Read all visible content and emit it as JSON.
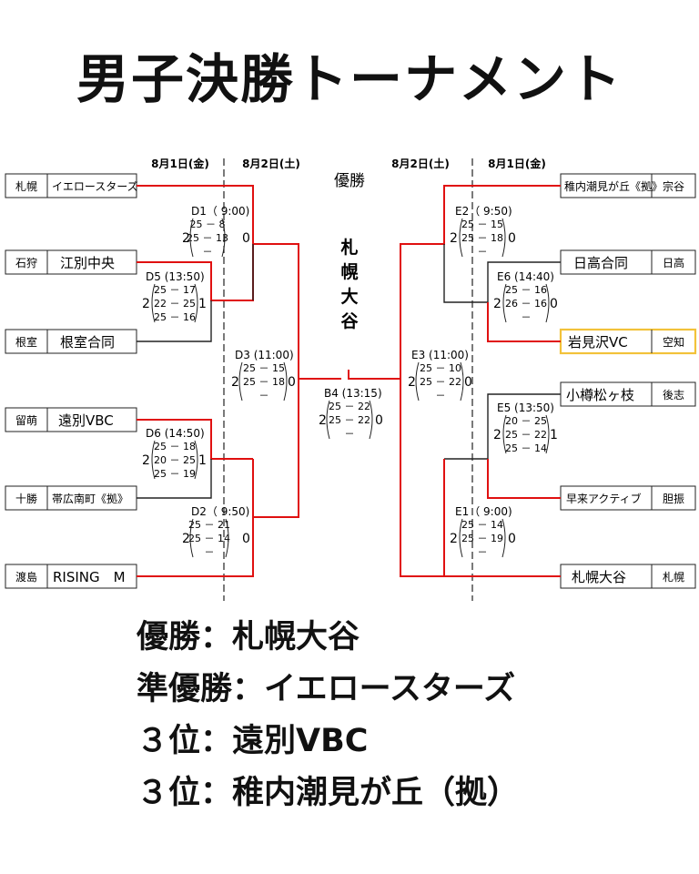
{
  "title": "男子決勝トーナメント",
  "dates": {
    "d1": "8月1日(金)",
    "d2": "8月2日(土)",
    "d3": "8月2日(土)",
    "d4": "8月1日(金)"
  },
  "champion_label": "優勝",
  "champion_vertical": [
    "札",
    "幌",
    "大",
    "谷"
  ],
  "left_teams": [
    {
      "pref": "札幌",
      "name": "イエロースターズ"
    },
    {
      "pref": "石狩",
      "name": "江別中央"
    },
    {
      "pref": "根室",
      "name": "根室合同"
    },
    {
      "pref": "留萌",
      "name": "遠別VBC"
    },
    {
      "pref": "十勝",
      "name": "帯広南町《拠》"
    },
    {
      "pref": "渡島",
      "name": "RISING　M"
    }
  ],
  "right_teams": [
    {
      "name": "稚内潮見が丘《拠》",
      "pref": "宗谷"
    },
    {
      "name": "日高合同",
      "pref": "日高"
    },
    {
      "name": "岩見沢VC",
      "pref": "空知"
    },
    {
      "name": "小樽松ヶ枝",
      "pref": "後志"
    },
    {
      "name": "早来アクティブ",
      "pref": "胆振"
    },
    {
      "name": "札幌大谷",
      "pref": "札幌"
    }
  ],
  "matches": {
    "D1": {
      "label": "D1（ 9:00)",
      "sets": [
        "25 － 8",
        "25 － 13",
        "－"
      ],
      "score": [
        "2",
        "0"
      ]
    },
    "D5": {
      "label": "D5 (13:50)",
      "sets": [
        "25 － 17",
        "22 － 25",
        "25 － 16"
      ],
      "score": [
        "2",
        "1"
      ]
    },
    "D3": {
      "label": "D3 (11:00)",
      "sets": [
        "25 － 15",
        "25 － 18",
        "－"
      ],
      "score": [
        "2",
        "0"
      ]
    },
    "D6": {
      "label": "D6 (14:50)",
      "sets": [
        "25 － 18",
        "20 － 25",
        "25 － 19"
      ],
      "score": [
        "2",
        "1"
      ]
    },
    "D2": {
      "label": "D2（ 9:50)",
      "sets": [
        "25 － 21",
        "25 － 14",
        "－"
      ],
      "score": [
        "2",
        "0"
      ]
    },
    "B4": {
      "label": "B4 (13:15)",
      "sets": [
        "25 － 22",
        "25 － 22",
        "－"
      ],
      "score": [
        "2",
        "0"
      ]
    },
    "E2": {
      "label": "E2（ 9:50)",
      "sets": [
        "25 － 15",
        "25 － 18",
        "－"
      ],
      "score": [
        "2",
        "0"
      ]
    },
    "E6": {
      "label": "E6 (14:40)",
      "sets": [
        "25 － 16",
        "26 － 16",
        "－"
      ],
      "score": [
        "2",
        "0"
      ]
    },
    "E3": {
      "label": "E3 (11:00)",
      "sets": [
        "25 － 10",
        "25 － 22",
        "－"
      ],
      "score": [
        "2",
        "0"
      ]
    },
    "E5": {
      "label": "E5 (13:50)",
      "sets": [
        "20 － 25",
        "25 － 22",
        "25 － 14"
      ],
      "score": [
        "2",
        "1"
      ]
    },
    "E1": {
      "label": "E1（ 9:00)",
      "sets": [
        "25 － 14",
        "25 － 19",
        "－"
      ],
      "score": [
        "2",
        "0"
      ]
    }
  },
  "results": [
    "優勝：札幌大谷",
    "準優勝：イエロースターズ",
    "３位：遠別VBC",
    "３位：稚内潮見が丘（拠）"
  ],
  "colors": {
    "winner_line": "#e01010",
    "line": "#222222",
    "highlight_box": "#f2c23a",
    "text": "#111111"
  }
}
